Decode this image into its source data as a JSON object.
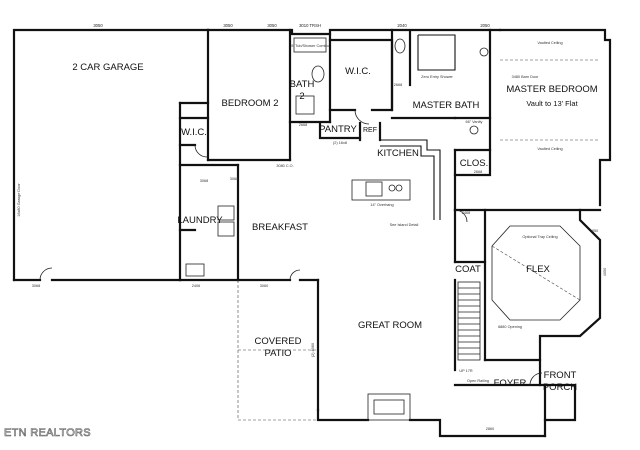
{
  "rooms": {
    "garage": "2 CAR GARAGE",
    "bedroom2": "BEDROOM 2",
    "bath": "BATH",
    "bath_num": "2",
    "wic_left": "W.I.C.",
    "wic_right": "W.I.C.",
    "pantry": "PANTRY",
    "ref": "REF",
    "kitchen": "KITCHEN",
    "master_bath": "MASTER BATH",
    "master_bedroom": "MASTER BEDROOM",
    "master_vault": "Vault to 13' Flat",
    "clos": "CLOS.",
    "laundry": "LAUNDRY",
    "breakfast": "BREAKFAST",
    "flex": "FLEX",
    "coat": "COAT",
    "great_room": "GREAT ROOM",
    "covered": "COVERED",
    "patio": "PATIO",
    "foyer": "FOYER",
    "front": "FRONT",
    "porch": "PORCH"
  },
  "notes": {
    "window_3050": "3050",
    "window_3010_tr": "3010 TRSH",
    "window_2040": "2040",
    "window_2050": "2050",
    "tub_shower": "5' Tub/Shower Combo",
    "zero_entry": "Zero Entry Shower",
    "barn_door": "3480 Barn Door",
    "vanity": "66\" Vanity",
    "door_2668": "2668",
    "door_2468": "2468",
    "door_3068": "3068",
    "shelf": "(2) 16x8",
    "co_3080": "3080 C.O.",
    "overhang": "14\" Overhang",
    "see_island": "See Island Detail",
    "garage_door": "16x80 Garage Door",
    "window_2406": "2406",
    "window_3060": "3060",
    "opening": "6880 Opening",
    "tray": "Optional Tray Ceiling",
    "window_4050": "4050",
    "window_2850": "2850",
    "window_2860": "2860",
    "open_railing": "Open Railing",
    "stair_up": "UP 17R",
    "co_8060": "(2) 8060",
    "vaulted": "Vaulted Ceiling"
  },
  "watermark": "ETN REALTORS"
}
